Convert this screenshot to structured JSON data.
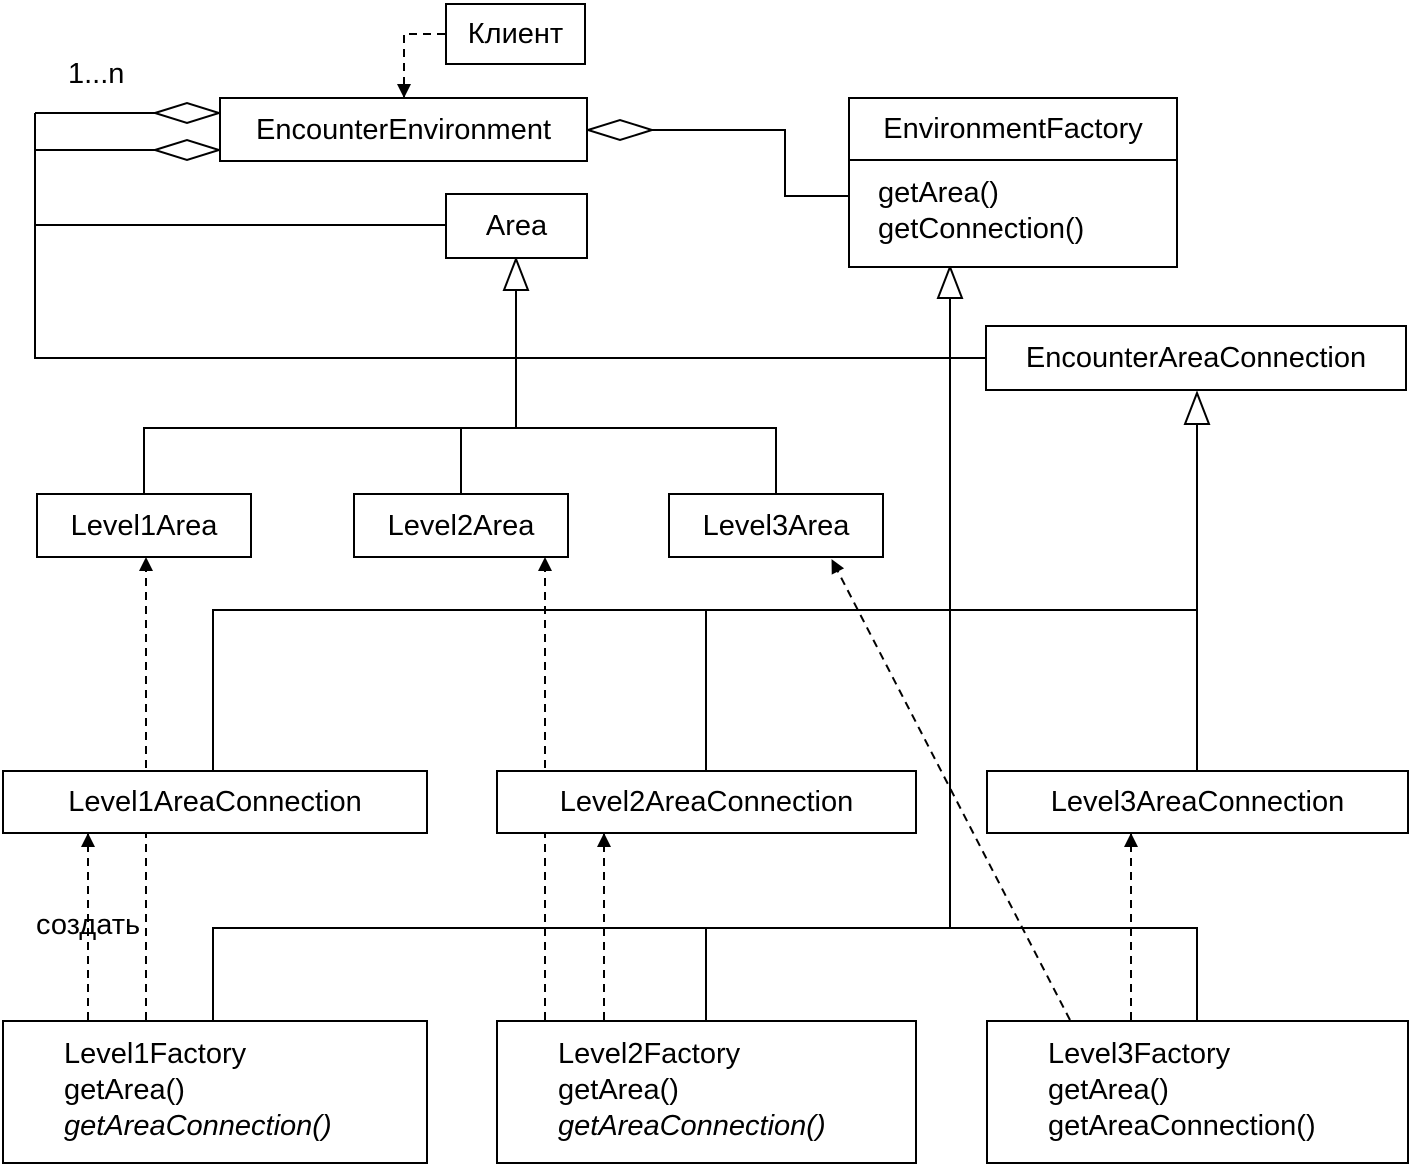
{
  "nodes": {
    "client": "Клиент",
    "encounter_environment": "EncounterEnvironment",
    "environment_factory": {
      "name": "EnvironmentFactory",
      "operations": [
        "getArea()",
        "getConnection()"
      ]
    },
    "area": "Area",
    "encounter_area_connection": "EncounterAreaConnection",
    "level1_area": "Level1Area",
    "level2_area": "Level2Area",
    "level3_area": "Level3Area",
    "level1_area_connection": "Level1AreaConnection",
    "level2_area_connection": "Level2AreaConnection",
    "level3_area_connection": "Level3AreaConnection",
    "level1_factory": {
      "name": "Level1Factory",
      "operations": [
        "getArea()",
        "getAreaConnection()"
      ]
    },
    "level2_factory": {
      "name": "Level2Factory",
      "operations": [
        "getArea()",
        "getAreaConnection()"
      ]
    },
    "level3_factory": {
      "name": "Level3Factory",
      "operations": [
        "getArea()",
        "getAreaConnection()"
      ]
    }
  },
  "labels": {
    "multiplicity": "1...n",
    "create": "создать"
  }
}
